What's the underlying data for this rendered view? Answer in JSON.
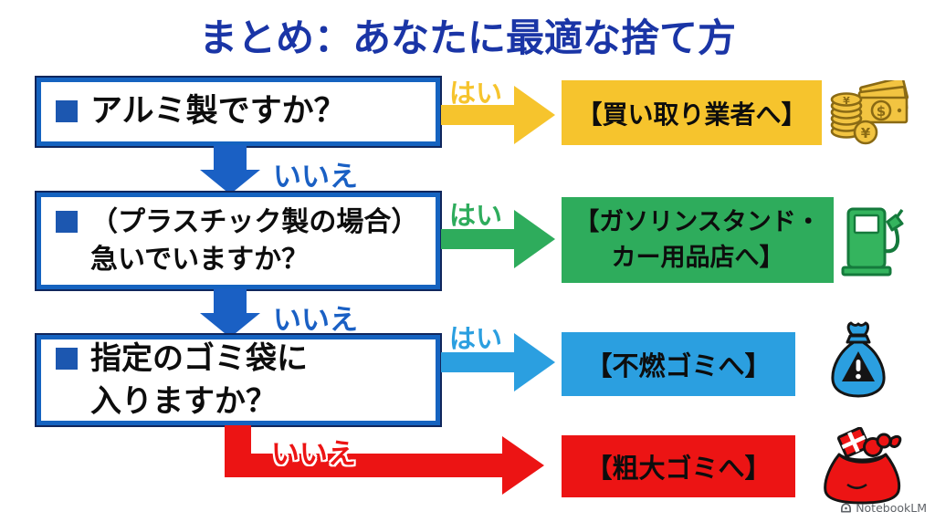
{
  "title": "まとめ：あなたに最適な捨て方",
  "labels": {
    "yes": "はい",
    "no": "いいえ"
  },
  "flow": {
    "questions": [
      {
        "lines": [
          "アルミ製ですか？"
        ]
      },
      {
        "lines": [
          "（プラスチック製の場合）",
          "急いでいますか？"
        ]
      },
      {
        "lines": [
          "指定のゴミ袋に",
          "入りますか？"
        ]
      }
    ],
    "results": [
      {
        "lines": [
          "【買い取り業者へ】"
        ],
        "icon": "money-icon",
        "color": "#F6C42D"
      },
      {
        "lines": [
          "【ガソリンスタンド・",
          "カー用品店へ】"
        ],
        "icon": "fuel-pump-icon",
        "color": "#2EAC5C"
      },
      {
        "lines": [
          "【不燃ゴミへ】"
        ],
        "icon": "trash-bag-warning-icon",
        "color": "#2B9FE0"
      },
      {
        "lines": [
          "【粗大ゴミへ】"
        ],
        "icon": "oversized-trash-bag-icon",
        "color": "#EC1414"
      }
    ]
  },
  "colors": {
    "title_blue": "#1A35A6",
    "question_border_blue": "#1563C0",
    "question_border_edge": "#10265C",
    "bullet_blue": "#1C57B0",
    "connector_blue": "#1A60C4",
    "yes_yellow": "#F6C42D",
    "yes_green": "#2EAC5C",
    "yes_sky_blue": "#2B9FE0",
    "no_red": "#EC1414",
    "text_black": "#0d0d0d",
    "watermark_gray": "#5f6368"
  },
  "watermark": {
    "brand": "NotebookLM"
  }
}
